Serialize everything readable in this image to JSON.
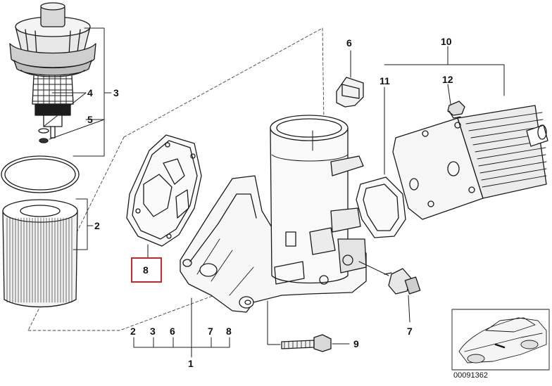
{
  "callouts": {
    "c1": "1",
    "c2": "2",
    "c3": "3",
    "c4": "4",
    "c5": "5",
    "c6": "6",
    "c7": "7",
    "c8": "8",
    "c9": "9",
    "c10": "10",
    "c11": "11",
    "c12": "12",
    "sub": [
      "2",
      "3",
      "6",
      "7",
      "8"
    ]
  },
  "highlight_color": "#c8262d",
  "reference_number": "00091362"
}
